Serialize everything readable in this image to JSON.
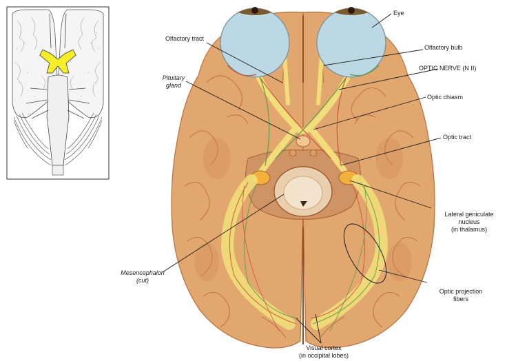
{
  "labels": {
    "eye": "Eye",
    "olfactory_tract": "Olfactory tract",
    "olfactory_bulb": "Olfactory bulb",
    "pituitary_1": "Pituitary",
    "pituitary_2": "gland",
    "optic_nerve": "OPTIC NERVE (N II)",
    "optic_chiasm": "Optic chiasm",
    "optic_tract": "Optic tract",
    "lgn_1": "Lateral geniculate",
    "lgn_2": "nucleus",
    "lgn_3": "(in thalamus)",
    "mesen_1": "Mesencephalon",
    "mesen_2": "(cut)",
    "proj_1": "Optic projection",
    "proj_2": "fibers",
    "visual_1": "Visual cortex",
    "visual_2": "(in occipital lobes)"
  },
  "colors": {
    "brain": "#e2a66f",
    "brain_dark": "#b86f3c",
    "eye": "#bcd9e3",
    "pathway": "#f1de7a",
    "inset_highlight": "#f6ee2a"
  }
}
